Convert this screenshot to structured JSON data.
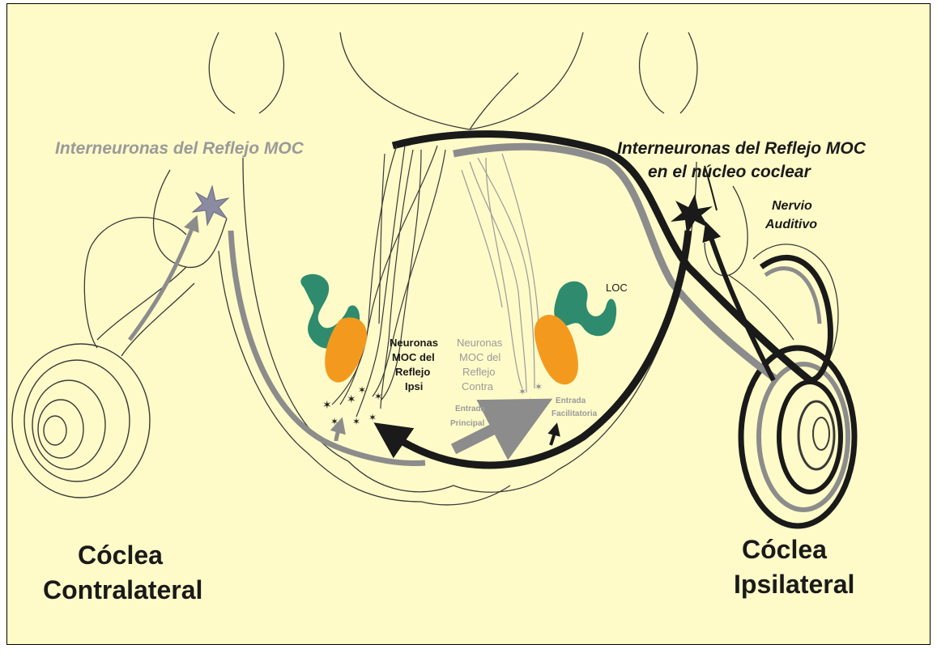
{
  "colors": {
    "background": "#fefbc8",
    "outline": "#3a3a3a",
    "gray_pathway": "#8c8c8c",
    "black_pathway": "#1a1a1a",
    "loc_nucleus": "#2e8b6e",
    "moc_nucleus": "#f39a1e",
    "gray_label": "#9a9a9a"
  },
  "icons": {
    "interneuron_left": "star-neuron",
    "interneuron_right": "star-neuron"
  },
  "labels": {
    "interneurons_left": "Interneuronas del Reflejo MOC",
    "interneurons_right_line1": "Interneuronas del Reflejo MOC",
    "interneurons_right_line2": "en el núcleo coclear",
    "auditory_nerve_line1": "Nervio",
    "auditory_nerve_line2": "Auditivo",
    "loc": "LOC",
    "moc_ipsi_line1": "Neuronas",
    "moc_ipsi_line2": "MOC del",
    "moc_ipsi_line3": "Reflejo",
    "moc_ipsi_line4": "Ipsi",
    "moc_contra_line1": "Neuronas",
    "moc_contra_line2": "MOC del",
    "moc_contra_line3": "Reflejo",
    "moc_contra_line4": "Contra",
    "main_input_line1": "Entrada",
    "main_input_line2": "Principal",
    "facil_input_line1": "Entrada",
    "facil_input_line2": "Facilitatoria",
    "cochlea_left_line1": "Cóclea",
    "cochlea_left_line2": "Contralateral",
    "cochlea_right_line1": "Cóclea",
    "cochlea_right_line2": "Ipsilateral"
  }
}
